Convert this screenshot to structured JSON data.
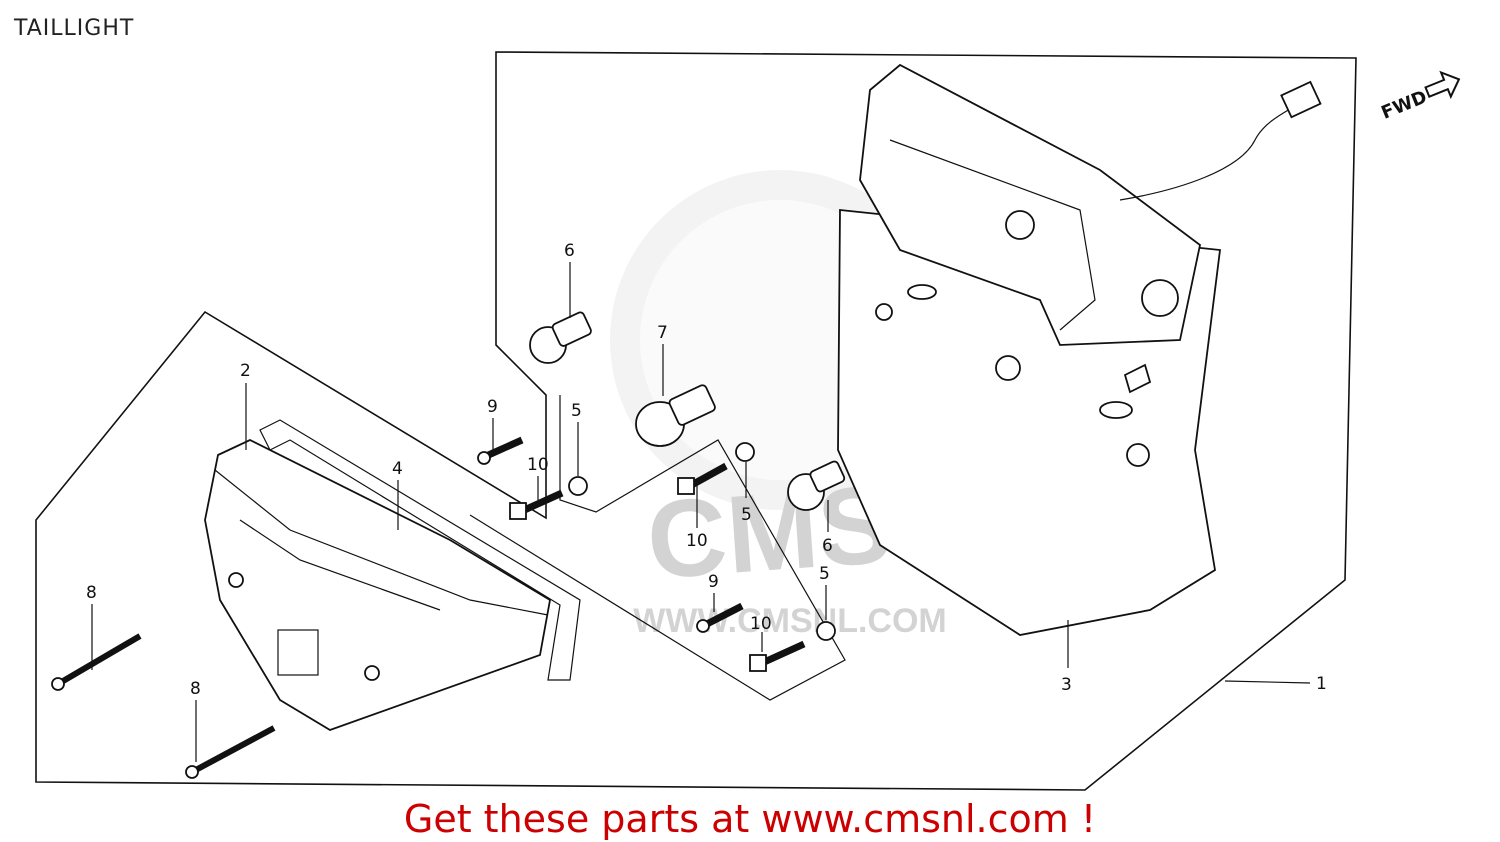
{
  "title": "TAILLIGHT",
  "fwd_label": "FWD",
  "watermark": {
    "logo_text": "CMS",
    "url_text": "WWW.CMSNL.COM"
  },
  "footer": {
    "text": "Get these parts at www.cmsnl.com !",
    "color": "#cc0000"
  },
  "callouts": {
    "c1": "1",
    "c2": "2",
    "c3": "3",
    "c4": "4",
    "c5a": "5",
    "c5b": "5",
    "c5c": "5",
    "c6a": "6",
    "c6b": "6",
    "c7": "7",
    "c8a": "8",
    "c8b": "8",
    "c9a": "9",
    "c9b": "9",
    "c10a": "10",
    "c10b": "10",
    "c10c": "10"
  }
}
